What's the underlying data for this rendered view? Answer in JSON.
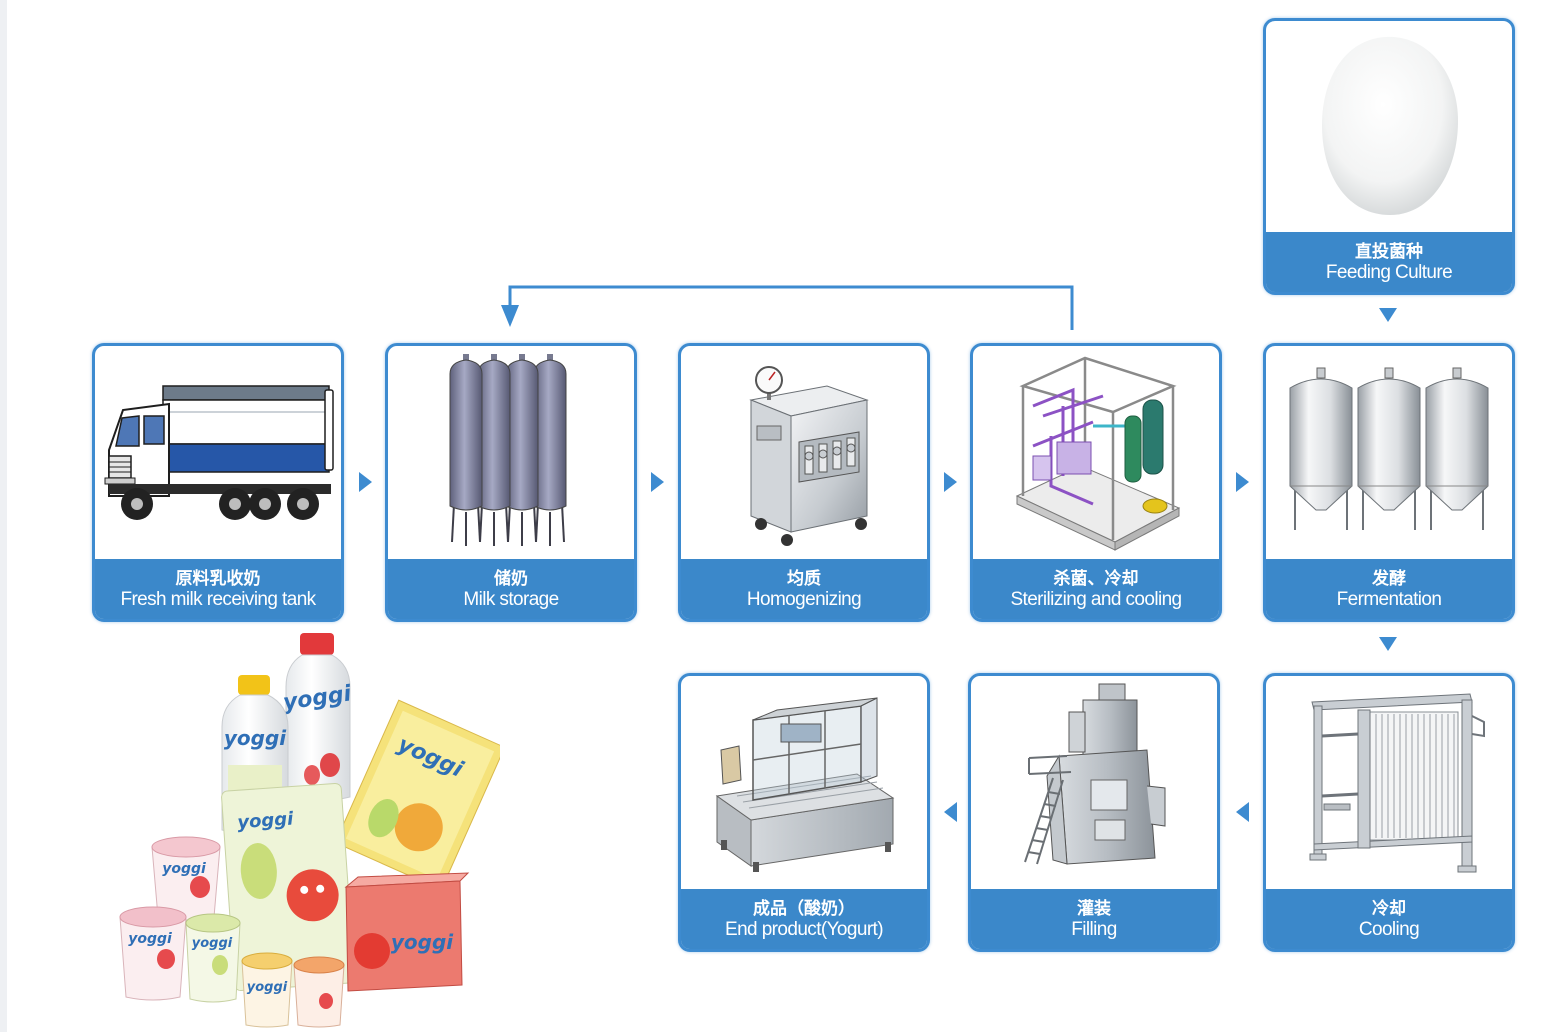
{
  "diagram": {
    "steps": {
      "feeding_culture": {
        "zh": "直投菌种",
        "en": "Feeding Culture",
        "illustration": "culture-powder-icon"
      },
      "receiving": {
        "zh": "原料乳收奶",
        "en": "Fresh milk receiving tank",
        "illustration": "milk-tanker-truck-icon"
      },
      "storage": {
        "zh": "储奶",
        "en": "Milk storage",
        "illustration": "storage-tanks-icon"
      },
      "homogenizing": {
        "zh": "均质",
        "en": "Homogenizing",
        "illustration": "homogenizer-icon"
      },
      "sterilizing": {
        "zh": "杀菌、冷却",
        "en": "Sterilizing and cooling",
        "illustration": "sterilizer-icon"
      },
      "fermentation": {
        "zh": "发酵",
        "en": "Fermentation",
        "illustration": "fermentation-tanks-icon"
      },
      "cooling": {
        "zh": "冷却",
        "en": "Cooling",
        "illustration": "plate-cooler-icon"
      },
      "filling": {
        "zh": "灌装",
        "en": "Filling",
        "illustration": "filling-machine-icon"
      },
      "end_product": {
        "zh": "成品（酸奶）",
        "en": "End product(Yogurt)",
        "illustration": "packing-machine-icon"
      }
    }
  },
  "products": {
    "brand": "yoggi"
  },
  "colors": {
    "accent": "#3d8bd0",
    "label_band": "#3b88ca",
    "label_text": "#ffffff"
  }
}
